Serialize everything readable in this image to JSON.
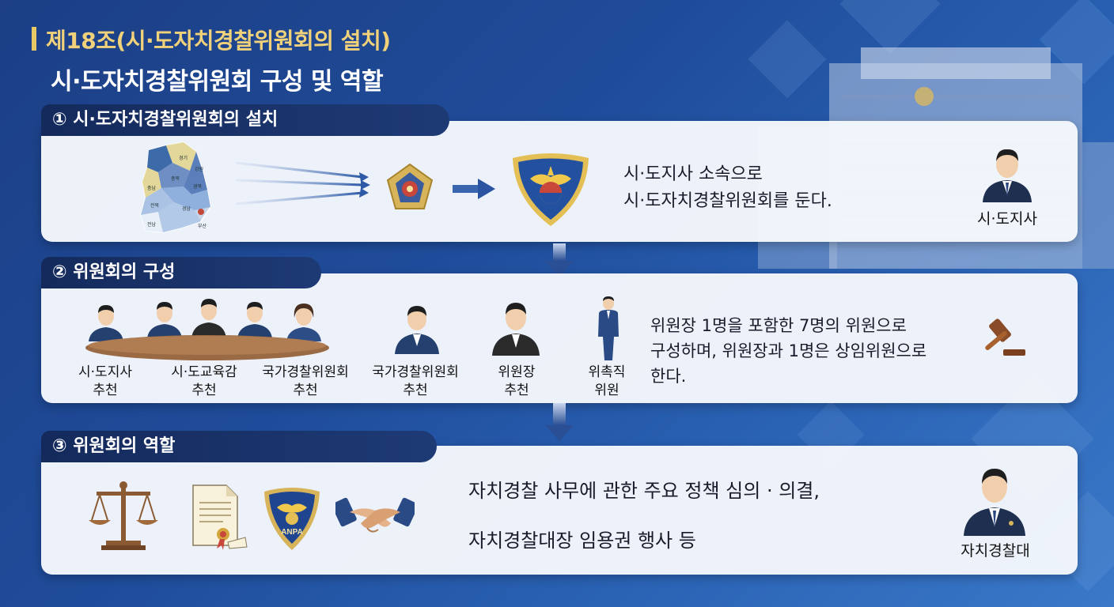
{
  "title": {
    "article": "제18조(시·도자치경찰위원회의 설치)",
    "subtitle": "시·도자치경찰위원회 구성 및 역할"
  },
  "section1": {
    "tab": "① 시·도자치경찰위원회의 설치",
    "text_line1": "시·도지사 소속으로",
    "text_line2": "시·도자치경찰위원회를 둔다.",
    "person_caption": "시·도지사",
    "map_labels": [
      "경기",
      "강원",
      "충남",
      "충북",
      "경북",
      "전북",
      "경남",
      "전남",
      "부산"
    ]
  },
  "section2": {
    "tab": "② 위원회의 구성",
    "groups": [
      {
        "line1": "시·도지사",
        "line2": "추천"
      },
      {
        "line1": "시·도교육감",
        "line2": "추천"
      },
      {
        "line1": "국가경찰위원회",
        "line2": "추천"
      },
      {
        "line1": "국가경찰위원회",
        "line2": "추천"
      },
      {
        "line1": "위원장",
        "line2": "추천"
      },
      {
        "line1": "위촉직",
        "line2": "위원"
      }
    ],
    "text_line1": "위원장 1명을 포함한 7명의 위원으로",
    "text_line2": "구성하며, 위원장과 1명은 상임위원으로",
    "text_line3": "한다."
  },
  "section3": {
    "tab": "③ 위원회의 역할",
    "text_line1": "자치경찰 사무에 관한 주요 정책 심의 · 의결,",
    "text_line2": "자치경찰대장 임용권 행사 등",
    "person_caption": "자치경찰대",
    "badge_text": "ANPA"
  },
  "colors": {
    "background": "#1f4c9a",
    "title_gold": "#f1d27a",
    "tab_navy": "#142a5c",
    "panel": "#f4f7fc"
  }
}
